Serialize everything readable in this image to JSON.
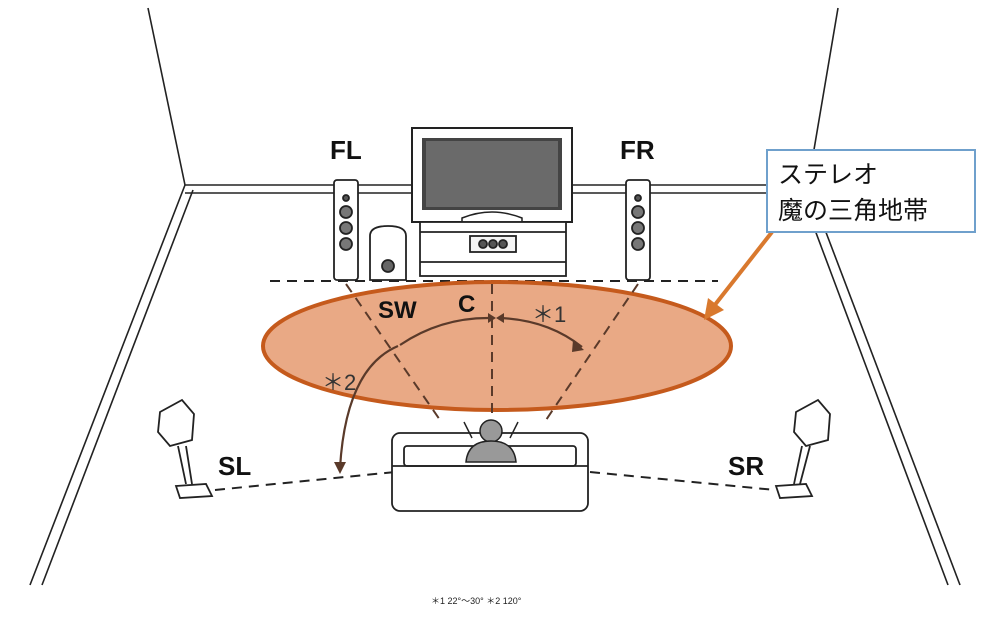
{
  "speakers": {
    "front_left": "FL",
    "front_right": "FR",
    "center": "C",
    "subwoofer": "SW",
    "surround_left": "SL",
    "surround_right": "SR"
  },
  "angle_marks": {
    "front": "＊1",
    "surround": "＊2"
  },
  "callout": {
    "line1": "ステレオ",
    "line2": "魔の三角地帯"
  },
  "footnote": "＊1 22°～30°  ＊2 120°",
  "colors": {
    "zone_fill": "#E8A47E",
    "zone_stroke": "#C55A1C",
    "arrow": "#D9792E",
    "callout_border": "#6FA0CC",
    "arc": "#5a3a2a"
  }
}
